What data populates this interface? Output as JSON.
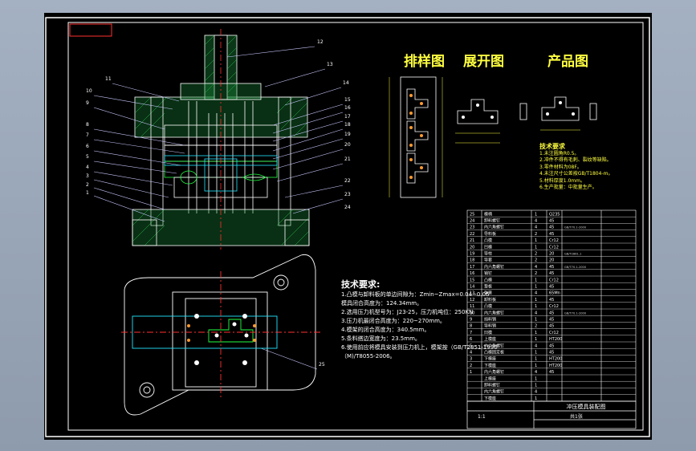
{
  "headings": {
    "layout": "排样图",
    "blank": "展开图",
    "product": "产品图"
  },
  "tech_main": {
    "title": "技术要求:",
    "items": [
      "1.凸模与卸料板的单边间隙为：Zmin~Zmax=0.04~0.06",
      "模具闭合高度为：124.34mm。",
      "2.选用压力机型号为：J23-25，压力机吨位：250KN",
      "3.压力机最闭合高度为：220~270mm。",
      "4.模架的闭合高度为：340.5mm。",
      "5.条料搭边宽度为：23.5mm。",
      "6.使用前应将模具安装到压力机上，模架按（GB/T2851-1990",
      "（M)/T8055-2006。"
    ]
  },
  "tech_small": {
    "title": "技术要求",
    "items": [
      "1.未注圆角R0.5。",
      "2.冲件不得有毛刺、裂纹等缺陷。",
      "3.零件材料为08F。",
      "4.未注尺寸公差按GB/T1804-m。",
      "5.材料厚度1.0mm。",
      "6.生产批量：中批量生产。"
    ]
  },
  "balloons": [
    "1",
    "2",
    "3",
    "4",
    "5",
    "6",
    "7",
    "8",
    "9",
    "10",
    "11",
    "12",
    "13",
    "14",
    "15",
    "16",
    "17",
    "18",
    "19",
    "20",
    "21",
    "22",
    "23",
    "24",
    "25"
  ],
  "bom_rows": [
    {
      "no": "25",
      "name": "模柄",
      "qty": "1",
      "mat": "Q235",
      "std": "",
      "rem": ""
    },
    {
      "no": "24",
      "name": "卸料螺钉",
      "qty": "4",
      "mat": "45",
      "std": "",
      "rem": ""
    },
    {
      "no": "23",
      "name": "内六角螺钉",
      "qty": "4",
      "mat": "45",
      "std": "GB/T70.1-2000",
      "rem": ""
    },
    {
      "no": "22",
      "name": "导料板",
      "qty": "2",
      "mat": "45",
      "std": "",
      "rem": ""
    },
    {
      "no": "21",
      "name": "凸模",
      "qty": "1",
      "mat": "Cr12",
      "std": "",
      "rem": ""
    },
    {
      "no": "20",
      "name": "凹模",
      "qty": "1",
      "mat": "Cr12",
      "std": "",
      "rem": ""
    },
    {
      "no": "19",
      "name": "导柱",
      "qty": "2",
      "mat": "20",
      "std": "GB/T2861.1",
      "rem": ""
    },
    {
      "no": "18",
      "name": "导套",
      "qty": "2",
      "mat": "20",
      "std": "",
      "rem": ""
    },
    {
      "no": "17",
      "name": "内六角螺钉",
      "qty": "4",
      "mat": "45",
      "std": "GB/T70.1-2000",
      "rem": ""
    },
    {
      "no": "16",
      "name": "销钉",
      "qty": "2",
      "mat": "45",
      "std": "",
      "rem": ""
    },
    {
      "no": "15",
      "name": "凸模",
      "qty": "1",
      "mat": "Cr12",
      "std": "",
      "rem": ""
    },
    {
      "no": "14",
      "name": "垫板",
      "qty": "1",
      "mat": "45",
      "std": "",
      "rem": ""
    },
    {
      "no": "13",
      "name": "弹簧",
      "qty": "4",
      "mat": "65Mn",
      "std": "",
      "rem": ""
    },
    {
      "no": "12",
      "name": "卸料板",
      "qty": "1",
      "mat": "45",
      "std": "",
      "rem": ""
    },
    {
      "no": "11",
      "name": "凸模",
      "qty": "1",
      "mat": "Cr12",
      "std": "",
      "rem": ""
    },
    {
      "no": "10",
      "name": "内六角螺钉",
      "qty": "4",
      "mat": "45",
      "std": "GB/T70.1-2000",
      "rem": ""
    },
    {
      "no": "9",
      "name": "挡料销",
      "qty": "1",
      "mat": "45",
      "std": "",
      "rem": ""
    },
    {
      "no": "8",
      "name": "导料销",
      "qty": "2",
      "mat": "45",
      "std": "",
      "rem": ""
    },
    {
      "no": "7",
      "name": "凹模",
      "qty": "1",
      "mat": "Cr12",
      "std": "",
      "rem": ""
    },
    {
      "no": "6",
      "name": "上模座",
      "qty": "1",
      "mat": "HT200",
      "std": "",
      "rem": ""
    },
    {
      "no": "5",
      "name": "内六角螺钉",
      "qty": "4",
      "mat": "45",
      "std": "",
      "rem": ""
    },
    {
      "no": "4",
      "name": "凸模固定板",
      "qty": "1",
      "mat": "45",
      "std": "",
      "rem": ""
    },
    {
      "no": "3",
      "name": "下模座",
      "qty": "1",
      "mat": "HT200",
      "std": "",
      "rem": ""
    },
    {
      "no": "2",
      "name": "下模座",
      "qty": "1",
      "mat": "HT200",
      "std": "",
      "rem": ""
    },
    {
      "no": "1",
      "name": "内六角螺钉",
      "qty": "4",
      "mat": "45",
      "std": "",
      "rem": ""
    },
    {
      "no": "",
      "name": "上模座",
      "qty": "1",
      "mat": "",
      "std": "",
      "rem": ""
    },
    {
      "no": "",
      "name": "卸料螺钉",
      "qty": "1",
      "mat": "",
      "std": "",
      "rem": ""
    },
    {
      "no": "",
      "name": "内六角螺钉",
      "qty": "4",
      "mat": "",
      "std": "",
      "rem": ""
    },
    {
      "no": "",
      "name": "下模座",
      "qty": "1",
      "mat": "",
      "std": "",
      "rem": ""
    }
  ],
  "title_block": {
    "drawing_name": "冲压模具装配图",
    "scale": "1:1",
    "sheet": "共1张"
  }
}
